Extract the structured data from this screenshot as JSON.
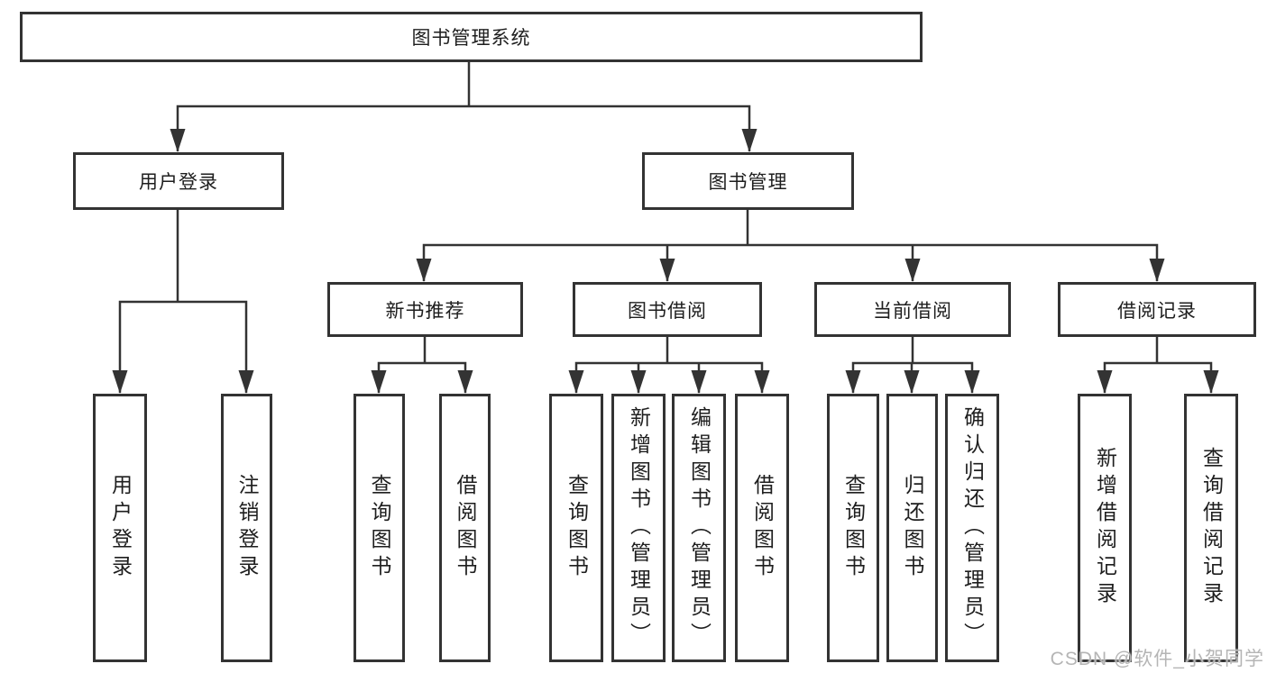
{
  "tree": {
    "label": "图书管理系统",
    "children": [
      {
        "label": "用户登录",
        "children": [
          {
            "label": "用户登录"
          },
          {
            "label": "注销登录"
          }
        ]
      },
      {
        "label": "图书管理",
        "children": [
          {
            "label": "新书推荐",
            "children": [
              {
                "label": "查询图书"
              },
              {
                "label": "借阅图书"
              }
            ]
          },
          {
            "label": "图书借阅",
            "children": [
              {
                "label": "查询图书"
              },
              {
                "label": "新增图书（管理员）"
              },
              {
                "label": "编辑图书（管理员）"
              },
              {
                "label": "借阅图书"
              }
            ]
          },
          {
            "label": "当前借阅",
            "children": [
              {
                "label": "查询图书"
              },
              {
                "label": "归还图书"
              },
              {
                "label": "确认归还（管理员）"
              }
            ]
          },
          {
            "label": "借阅记录",
            "children": [
              {
                "label": "新增借阅记录"
              },
              {
                "label": "查询借阅记录"
              }
            ]
          }
        ]
      }
    ]
  },
  "watermark": {
    "text": "CSDN @软件_小贺同学"
  },
  "colors": {
    "line": "#333333",
    "box_border": "#333333",
    "box_fill": "#ffffff",
    "text": "#1e1e1e",
    "watermark": "#b5b5b5"
  }
}
